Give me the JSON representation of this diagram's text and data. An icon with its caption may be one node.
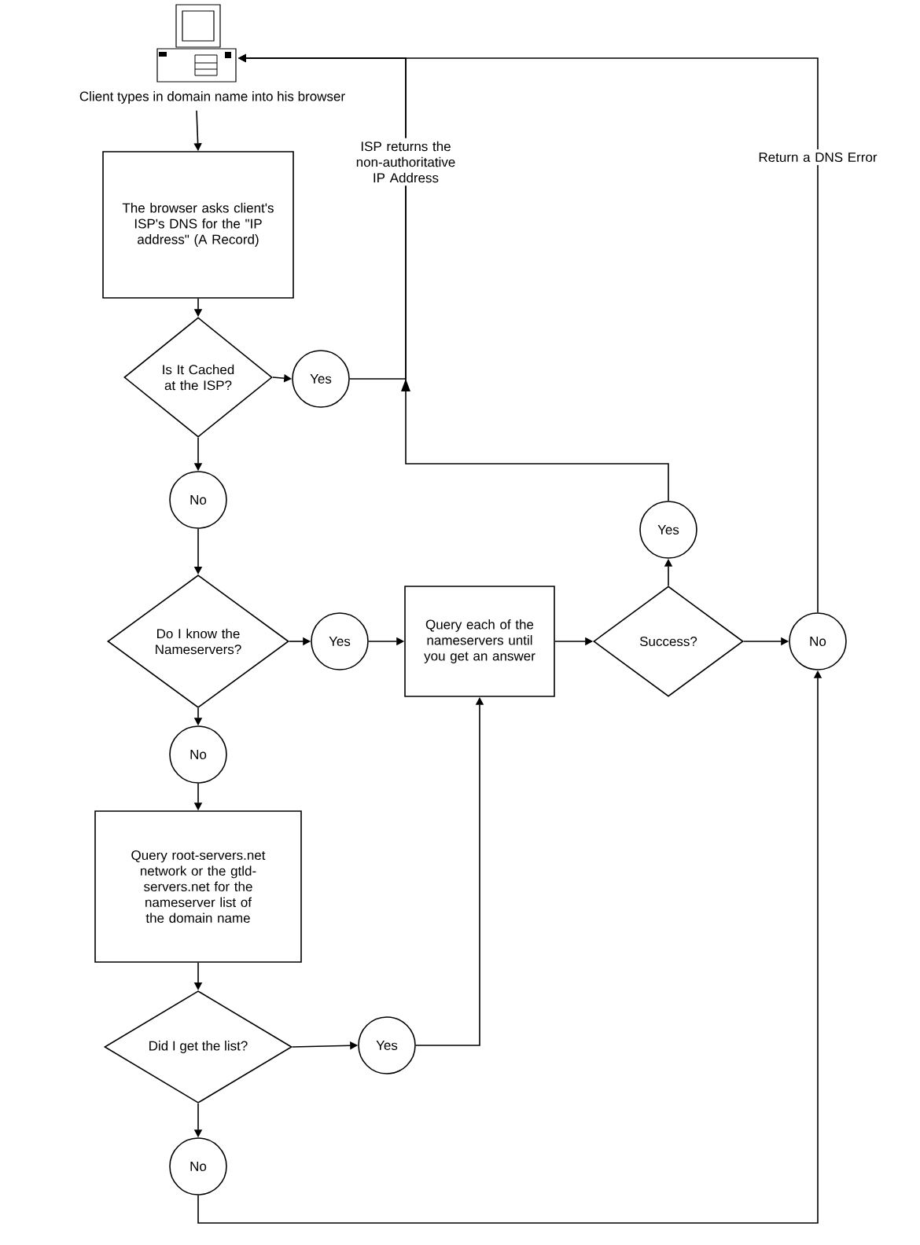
{
  "diagram": {
    "nodes": [
      {
        "text": [],
        "shape": "picture",
        "beside": [
          "Client types in domain name into his browser"
        ]
      },
      {
        "text": [
          "The browser asks client's ISP's DNS for the \"IP address\" (A Record)"
        ]
      },
      {
        "text": [
          "Is It Cached at the ISP?"
        ]
      },
      {
        "text": [
          "Yes"
        ]
      },
      {
        "text": [
          "No"
        ]
      },
      {
        "text": [
          "Do I know the Nameservers?"
        ]
      },
      {
        "text": [
          "Yes"
        ]
      },
      {
        "text": [
          "Query each of the nameservers until you get an answer"
        ]
      },
      {
        "text": [
          "Success?"
        ]
      },
      {
        "text": [
          "Yes"
        ]
      },
      {
        "text": [
          "No"
        ]
      },
      {
        "text": [
          "No"
        ]
      },
      {
        "text": [
          "Query root-servers.net network or the gtld-servers.net for the nameserver list of the domain name"
        ]
      },
      {
        "text": [
          "Did I get the list?"
        ]
      },
      {
        "text": [
          "Yes"
        ]
      },
      {
        "text": [
          "No"
        ]
      }
    ],
    "edges": [
      {
        "from": 0,
        "to": 1,
        "arrow": "to"
      },
      {
        "from": 1,
        "to": 2,
        "arrow": "to"
      },
      {
        "from": 2,
        "to": 3,
        "arrow": "to"
      },
      {
        "from": 3,
        "to": 0,
        "arrow": "to",
        "label": "ISP returns the non-authoritative IP Address"
      },
      {
        "from": 2,
        "to": 4,
        "arrow": "to"
      },
      {
        "from": 4,
        "to": 5,
        "arrow": "to"
      },
      {
        "from": 5,
        "to": 6,
        "arrow": "to"
      },
      {
        "from": 6,
        "to": 7,
        "arrow": "to"
      },
      {
        "from": 7,
        "to": 8,
        "arrow": "to"
      },
      {
        "from": 8,
        "to": 9,
        "arrow": "to"
      },
      {
        "from": 8,
        "to": 10,
        "arrow": "to"
      },
      {
        "from": 9,
        "to": 0,
        "arrow": "to"
      },
      {
        "from": 10,
        "to": 0,
        "arrow": "to",
        "label": "Return a DNS Error"
      },
      {
        "from": 5,
        "to": 11,
        "arrow": "to"
      },
      {
        "from": 11,
        "to": 12,
        "arrow": "to"
      },
      {
        "from": 12,
        "to": 13,
        "arrow": "to"
      },
      {
        "from": 13,
        "to": 14,
        "arrow": "to"
      },
      {
        "from": 14,
        "to": 7,
        "arrow": "to"
      },
      {
        "from": 13,
        "to": 15,
        "arrow": "to"
      },
      {
        "from": 15,
        "to": 10,
        "arrow": "to"
      }
    ]
  }
}
